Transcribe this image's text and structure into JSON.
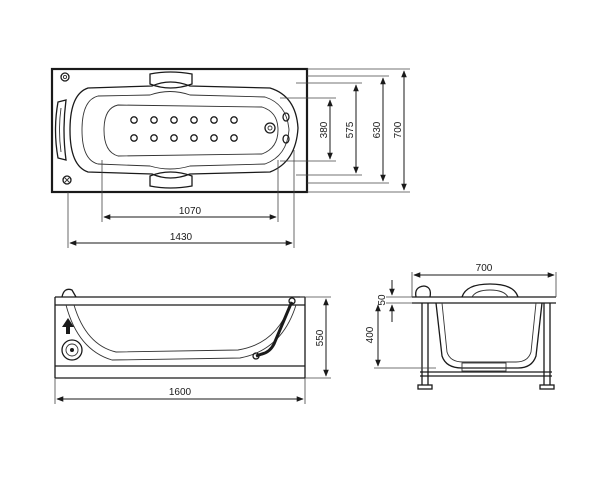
{
  "dimensions": {
    "top_inner_length": "1070",
    "top_tub_length": "1430",
    "top_height_380": "380",
    "top_height_575": "575",
    "top_height_630": "630",
    "top_height_700": "700",
    "side_length": "1600",
    "side_height": "550",
    "end_width": "700",
    "end_rim": "50",
    "end_height": "400"
  }
}
